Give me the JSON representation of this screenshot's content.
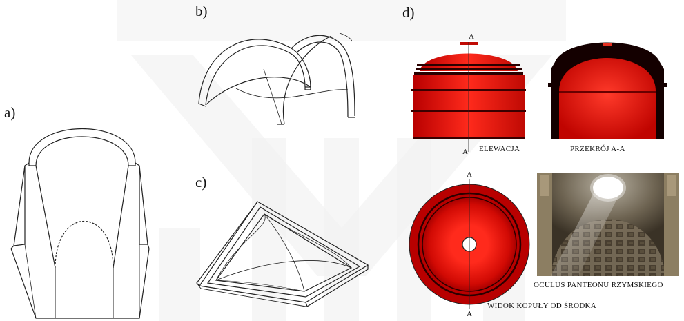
{
  "panels": {
    "a": {
      "label": "a)"
    },
    "b": {
      "label": "b)"
    },
    "c": {
      "label": "c)"
    },
    "d": {
      "label": "d)",
      "section_marker": "A",
      "elevation_caption": "ELEWACJA",
      "section_caption": "PRZEKRÓJ  A-A",
      "plan_caption": "WIDOK KOPUŁY OD ŚRODKA",
      "photo_caption": "OCULUS PANTEONU RZYMSKIEGO"
    }
  },
  "colors": {
    "dome_red": "#e31b14",
    "dome_dark": "#6a0000",
    "watermark": "#f1f1f1",
    "line": "#222222"
  }
}
